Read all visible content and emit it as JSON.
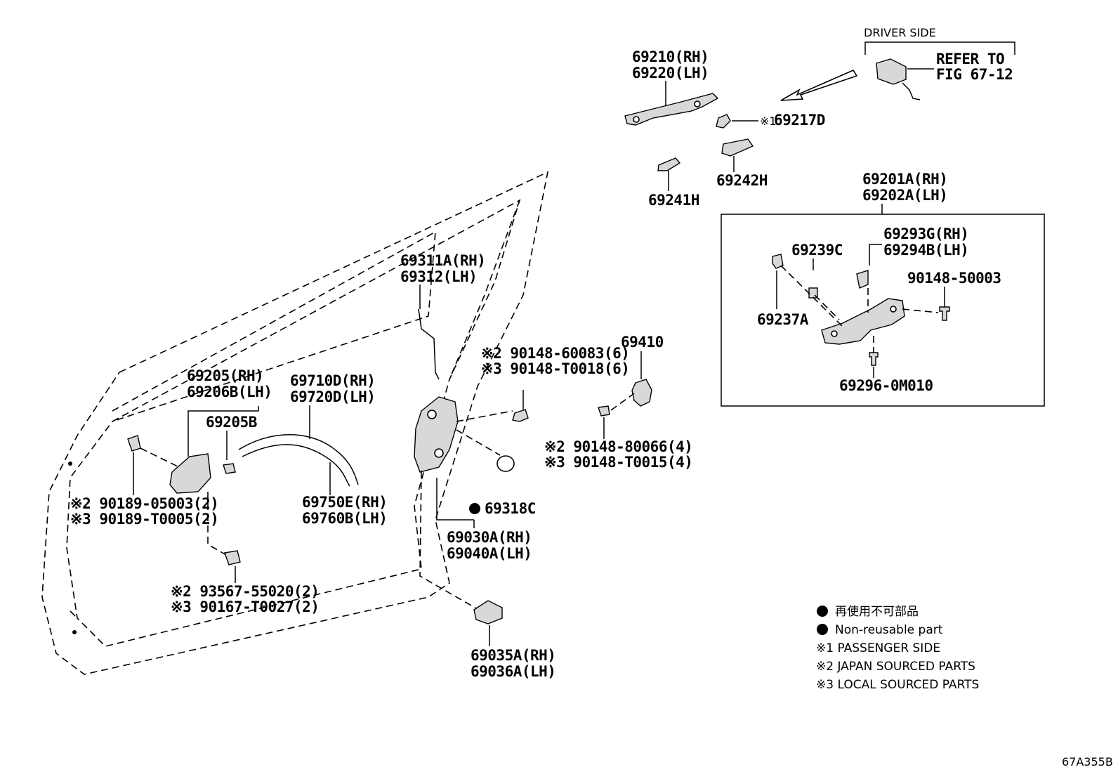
{
  "header": {
    "driver_side": "DRIVER SIDE",
    "refer_line1": "REFER TO",
    "refer_line2": "FIG 67-12"
  },
  "labels": {
    "p69210": "69210(RH)",
    "p69220": "69220(LH)",
    "p69217": "69217D",
    "p69217_mark": "※1",
    "p69241": "69241H",
    "p69242": "69242H",
    "p69201": "69201A(RH)",
    "p69202": "69202A(LH)",
    "p69239": "69239C",
    "p69293": "69293G(RH)",
    "p69294": "69294B(LH)",
    "p90148_50003": "90148-50003",
    "p69237": "69237A",
    "p69296": "69296-0M010",
    "p69311": "69311A(RH)",
    "p69312": "69312(LH)",
    "p69410": "69410",
    "p_60083": "※2 90148-60083(6)",
    "p_T0018": "※3 90148-T0018(6)",
    "p_80066": "※2 90148-80066(4)",
    "p_T0015": "※3 90148-T0015(4)",
    "p69205": "69205(RH)",
    "p69206": "69206B(LH)",
    "p69205b": "69205B",
    "p69710": "69710D(RH)",
    "p69720": "69720D(LH)",
    "p69750": "69750E(RH)",
    "p69760": "69760B(LH)",
    "p69318": "69318C",
    "p69030": "69030A(RH)",
    "p69040": "69040A(LH)",
    "p_05003": "※2 90189-05003(2)",
    "p_T0005": "※3 90189-T0005(2)",
    "p_55020": "※2 93567-55020(2)",
    "p_T0027": "※3 90167-T0027(2)",
    "p69035": "69035A(RH)",
    "p69036": "69036A(LH)"
  },
  "legend": {
    "jp_nonreuse": "再使用不可部品",
    "en_nonreuse": "Non-reusable part",
    "note1": "※1  PASSENGER SIDE",
    "note2": "※2  JAPAN SOURCED PARTS",
    "note3": "※3  LOCAL SOURCED PARTS"
  },
  "footer": {
    "code": "67A355B"
  },
  "colors": {
    "ink": "#000000",
    "background": "#ffffff"
  }
}
